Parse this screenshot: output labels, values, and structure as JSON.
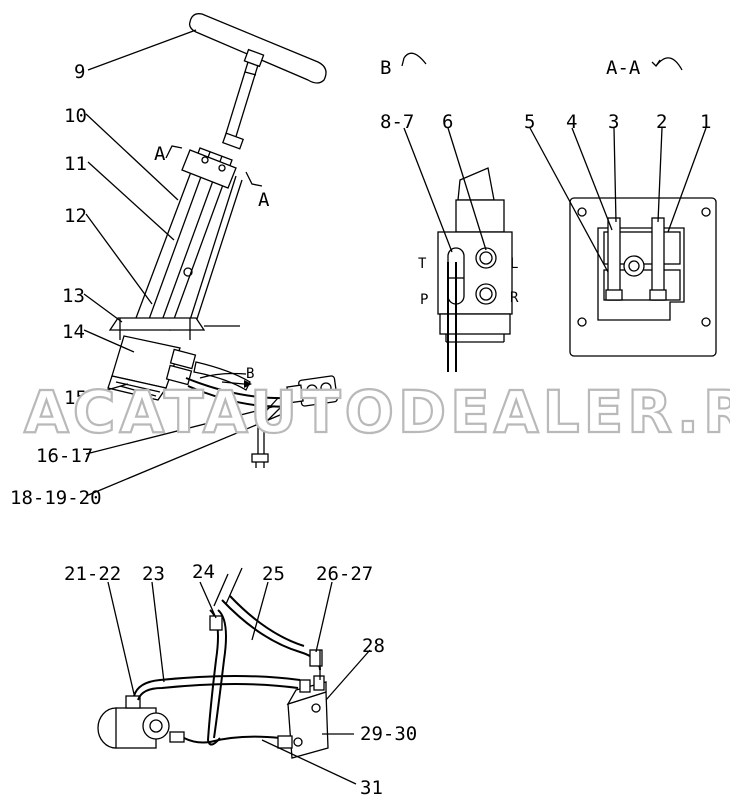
{
  "watermark": "ACATAUTODEALER.RU",
  "view_labels": {
    "b_view": "B",
    "aa_view": "A-A",
    "section_a1": "A",
    "section_a2": "A",
    "arrow_b": "B"
  },
  "port_labels": {
    "t": "T",
    "p": "P",
    "l": "L",
    "r": "R"
  },
  "callouts": [
    "9",
    "10",
    "11",
    "12",
    "13",
    "14",
    "15",
    "16-17",
    "18-19-20",
    "8-7",
    "6",
    "5",
    "4",
    "3",
    "2",
    "1",
    "21-22",
    "23",
    "24",
    "25",
    "26-27",
    "28",
    "29-30",
    "31"
  ]
}
